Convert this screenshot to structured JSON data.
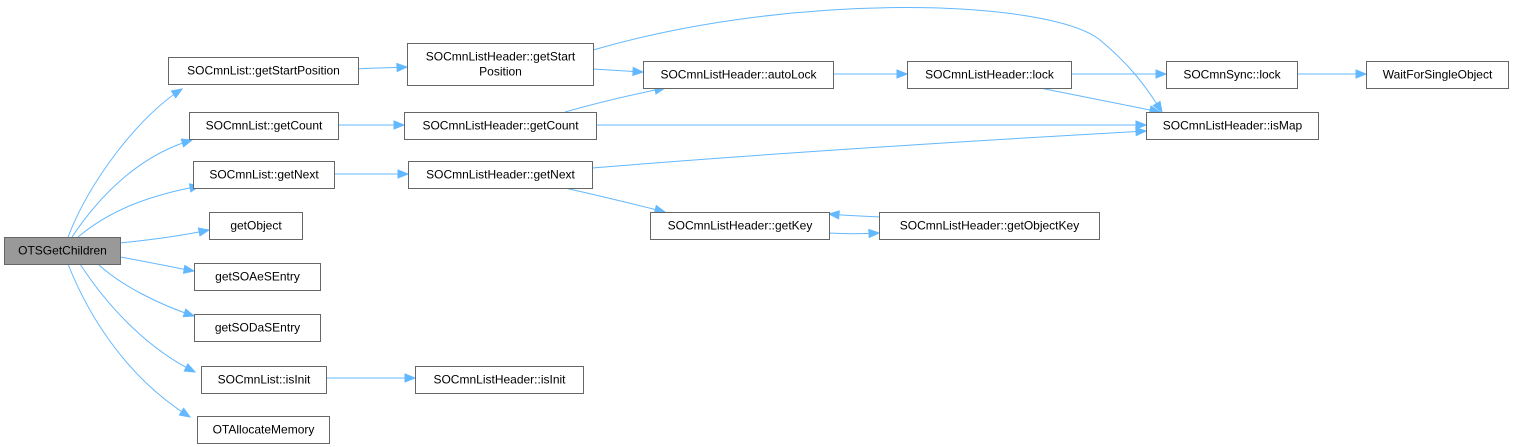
{
  "graph": {
    "root": "OTSGetChildren",
    "colors": {
      "edge": "#63b8ff",
      "node_border": "#666666",
      "root_fill": "#999999",
      "node_fill": "#ffffff"
    },
    "nodes": [
      {
        "id": "n0",
        "lines": [
          "OTSGetChildren"
        ]
      },
      {
        "id": "n1",
        "lines": [
          "SOCmnList::getStartPosition"
        ]
      },
      {
        "id": "n2",
        "lines": [
          "SOCmnList::getCount"
        ]
      },
      {
        "id": "n3",
        "lines": [
          "SOCmnList::getNext"
        ]
      },
      {
        "id": "n4",
        "lines": [
          "getObject"
        ]
      },
      {
        "id": "n5",
        "lines": [
          "getSOAeSEntry"
        ]
      },
      {
        "id": "n6",
        "lines": [
          "getSODaSEntry"
        ]
      },
      {
        "id": "n7",
        "lines": [
          "SOCmnList::isInit"
        ]
      },
      {
        "id": "n8",
        "lines": [
          "OTAllocateMemory"
        ]
      },
      {
        "id": "n9",
        "lines": [
          "SOCmnListHeader::getStart",
          "Position"
        ]
      },
      {
        "id": "n10",
        "lines": [
          "SOCmnListHeader::getCount"
        ]
      },
      {
        "id": "n11",
        "lines": [
          "SOCmnListHeader::getNext"
        ]
      },
      {
        "id": "n12",
        "lines": [
          "SOCmnListHeader::isInit"
        ]
      },
      {
        "id": "n13",
        "lines": [
          "SOCmnListHeader::autoLock"
        ]
      },
      {
        "id": "n14",
        "lines": [
          "SOCmnListHeader::getKey"
        ]
      },
      {
        "id": "n15",
        "lines": [
          "SOCmnListHeader::getObjectKey"
        ]
      },
      {
        "id": "n16",
        "lines": [
          "SOCmnListHeader::lock"
        ]
      },
      {
        "id": "n17",
        "lines": [
          "SOCmnListHeader::isMap"
        ]
      },
      {
        "id": "n18",
        "lines": [
          "SOCmnSync::lock"
        ]
      },
      {
        "id": "n19",
        "lines": [
          "WaitForSingleObject"
        ]
      }
    ],
    "edges": [
      {
        "from": "n0",
        "to": "n1"
      },
      {
        "from": "n0",
        "to": "n2"
      },
      {
        "from": "n0",
        "to": "n3"
      },
      {
        "from": "n0",
        "to": "n4"
      },
      {
        "from": "n0",
        "to": "n5"
      },
      {
        "from": "n0",
        "to": "n6"
      },
      {
        "from": "n0",
        "to": "n7"
      },
      {
        "from": "n0",
        "to": "n8"
      },
      {
        "from": "n1",
        "to": "n9"
      },
      {
        "from": "n2",
        "to": "n10"
      },
      {
        "from": "n3",
        "to": "n11"
      },
      {
        "from": "n7",
        "to": "n12"
      },
      {
        "from": "n9",
        "to": "n13"
      },
      {
        "from": "n9",
        "to": "n17"
      },
      {
        "from": "n10",
        "to": "n13"
      },
      {
        "from": "n10",
        "to": "n17"
      },
      {
        "from": "n11",
        "to": "n14"
      },
      {
        "from": "n11",
        "to": "n17"
      },
      {
        "from": "n13",
        "to": "n16"
      },
      {
        "from": "n14",
        "to": "n15"
      },
      {
        "from": "n15",
        "to": "n14"
      },
      {
        "from": "n16",
        "to": "n18"
      },
      {
        "from": "n16",
        "to": "n17"
      },
      {
        "from": "n18",
        "to": "n19"
      }
    ]
  }
}
